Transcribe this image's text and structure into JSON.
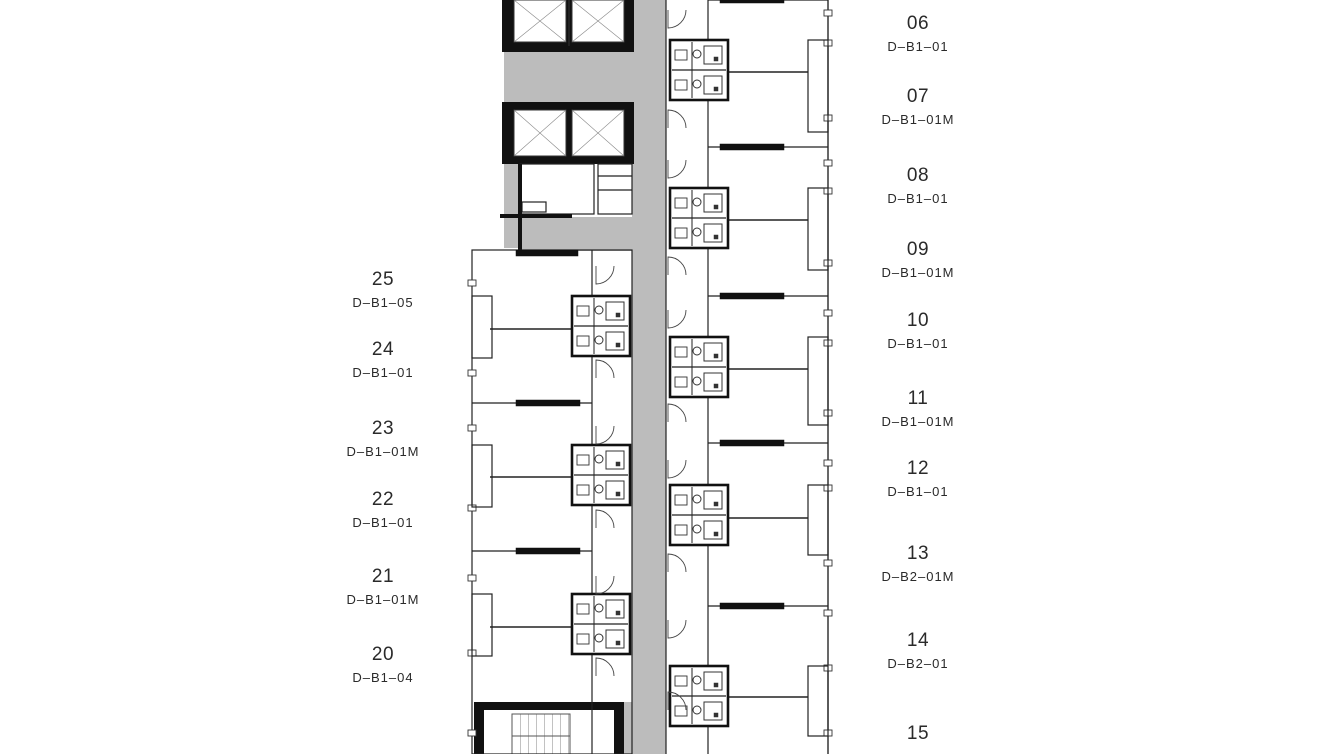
{
  "plan": {
    "labels_left": [
      {
        "number": "25",
        "type": "D–B1–05"
      },
      {
        "number": "24",
        "type": "D–B1–01"
      },
      {
        "number": "23",
        "type": "D–B1–01M"
      },
      {
        "number": "22",
        "type": "D–B1–01"
      },
      {
        "number": "21",
        "type": "D–B1–01M"
      },
      {
        "number": "20",
        "type": "D–B1–04"
      }
    ],
    "labels_right": [
      {
        "number": "06",
        "type": "D–B1–01"
      },
      {
        "number": "07",
        "type": "D–B1–01M"
      },
      {
        "number": "08",
        "type": "D–B1–01"
      },
      {
        "number": "09",
        "type": "D–B1–01M"
      },
      {
        "number": "10",
        "type": "D–B1–01"
      },
      {
        "number": "11",
        "type": "D–B1–01M"
      },
      {
        "number": "12",
        "type": "D–B1–01"
      },
      {
        "number": "13",
        "type": "D–B2–01M"
      },
      {
        "number": "14",
        "type": "D–B2–01"
      },
      {
        "number": "15",
        "type": ""
      }
    ],
    "colors": {
      "corridor": "#bcbcbc",
      "wall": "#111111",
      "line": "#222222",
      "label": "#2a2a2a",
      "background": "#ffffff"
    }
  }
}
